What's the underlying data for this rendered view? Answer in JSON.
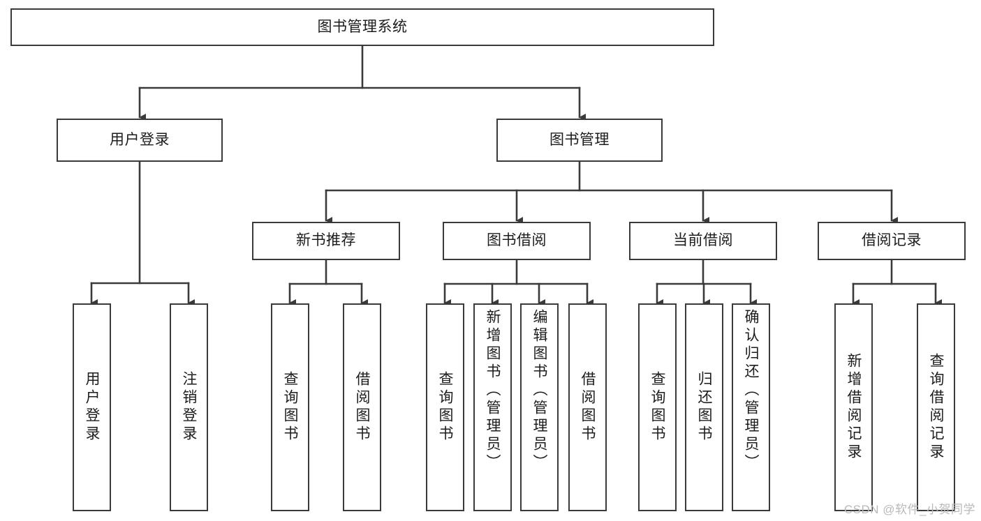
{
  "diagram": {
    "title": "图书管理系统",
    "type": "tree-hierarchy-chart",
    "background_color": "#ffffff",
    "line_color": "#3a3a3a",
    "text_color": "#1c1c1c"
  },
  "watermark": {
    "text": "CSDN @软件_小贺同学",
    "color": "#b9b9b9"
  },
  "nodes": {
    "root": {
      "label": "图书管理系统"
    },
    "level2": [
      {
        "label": "用户登录"
      },
      {
        "label": "图书管理"
      }
    ],
    "level3": [
      {
        "label": "新书推荐"
      },
      {
        "label": "图书借阅"
      },
      {
        "label": "当前借阅"
      },
      {
        "label": "借阅记录"
      }
    ],
    "leaves": {
      "user_login": [
        {
          "label": "用户登录"
        },
        {
          "label": "注销登录"
        }
      ],
      "new_book": [
        {
          "label": "查询图书"
        },
        {
          "label": "借阅图书"
        }
      ],
      "book_borrow": [
        {
          "label": "查询图书"
        },
        {
          "label": "新增图书（管理员）"
        },
        {
          "label": "编辑图书（管理员）"
        },
        {
          "label": "借阅图书"
        }
      ],
      "current_borrow": [
        {
          "label": "查询图书"
        },
        {
          "label": "归还图书"
        },
        {
          "label": "确认归还（管理员）"
        }
      ],
      "borrow_record": [
        {
          "label": "新增借阅记录"
        },
        {
          "label": "查询借阅记录"
        }
      ]
    }
  }
}
